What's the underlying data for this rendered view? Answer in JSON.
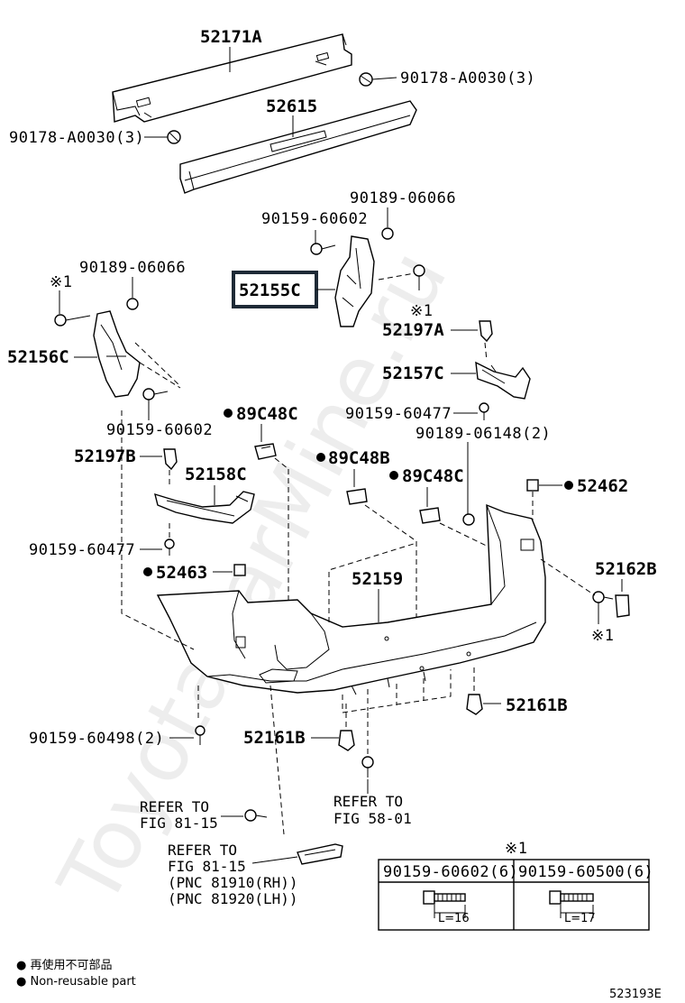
{
  "watermark": "ToyotaCarMine.ru",
  "labels": {
    "p52171A": "52171A",
    "p90178_top": "90178-A0030(3)",
    "p52615": "52615",
    "p90178_left": "90178-A0030(3)",
    "p90189_a": "90189-06066",
    "p90159_a": "90159-60602",
    "p52155C": "52155C",
    "mark_a": "※1",
    "p52197A": "52197A",
    "p90189_b": "90189-06066",
    "mark_b": "※1",
    "p52156C": "52156C",
    "p52157C": "52157C",
    "p90159_b": "90159-60602",
    "p89C48C_a": "89C48C",
    "p90159_c": "90159-60477",
    "p90189_c": "90189-06148(2)",
    "p52197B": "52197B",
    "p89C48B": "89C48B",
    "p89C48C_b": "89C48C",
    "p52462": "52462",
    "p52158C": "52158C",
    "p90159_d": "90159-60477",
    "p52463": "52463",
    "p52159": "52159",
    "p52162B": "52162B",
    "mark_c": "※1",
    "p52161B_a": "52161B",
    "p90159_e": "90159-60498(2)",
    "p52161B_b": "52161B",
    "ref1_l1": "REFER TO",
    "ref1_l2": "FIG 81-15",
    "ref2_l1": "REFER TO",
    "ref2_l2": "FIG 58-01",
    "ref3_l1": "REFER TO",
    "ref3_l2": "FIG 81-15",
    "ref3_l3": "(PNC 81910(RH))",
    "ref3_l4": "(PNC 81920(LH))"
  },
  "fastener_table": {
    "mark": "※1",
    "col1": {
      "part": "90159-60602(6)",
      "length": "L=16"
    },
    "col2": {
      "part": "90159-60500(6)",
      "length": "L=17"
    }
  },
  "legend": {
    "jp": "● 再使用不可部品",
    "en": "● Non-reusable part"
  },
  "figure_code": "523193E"
}
